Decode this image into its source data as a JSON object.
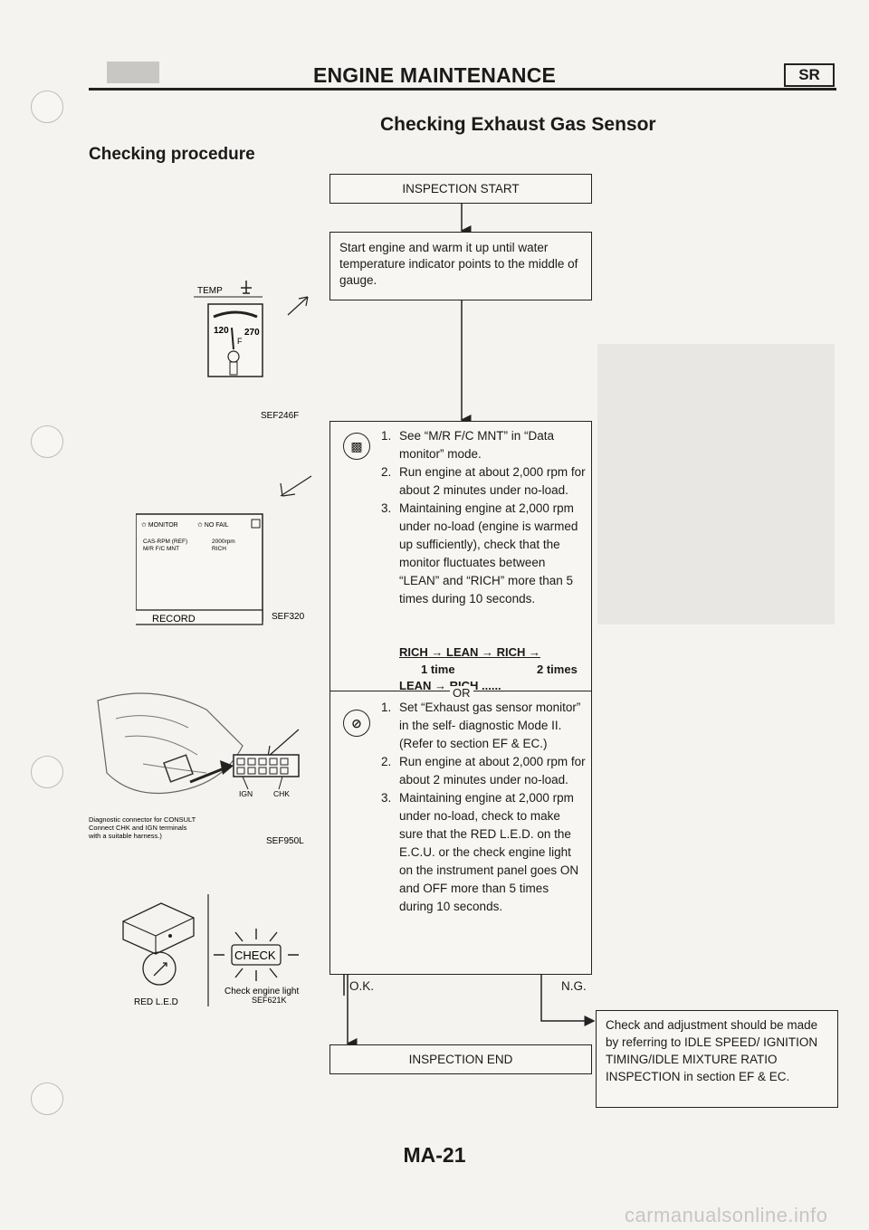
{
  "header": {
    "title": "ENGINE MAINTENANCE",
    "tag": "SR"
  },
  "section_title": "Checking Exhaust Gas Sensor",
  "subsection_title": "Checking procedure",
  "flow": {
    "start": "INSPECTION START",
    "step1": "Start engine and warm it up until water temperature indicator points to the middle of gauge.",
    "consult_steps": [
      {
        "num": "1.",
        "text": "See “M/R F/C MNT” in “Data monitor” mode."
      },
      {
        "num": "2.",
        "text": "Run engine at about 2,000 rpm for about 2 minutes under no-load."
      },
      {
        "num": "3.",
        "text": "Maintaining engine at 2,000 rpm under no-load (engine is warmed up sufficiently), check that the monitor fluctuates between “LEAN” and “RICH” more than 5 times during 10 seconds."
      }
    ],
    "rich_lean_seq": "RICH → LEAN → RICH →",
    "time1": "1 time",
    "time2": "2 times",
    "lean_rich_seq": "LEAN → RICH ......",
    "or_label": "OR",
    "ecu_steps": [
      {
        "num": "1.",
        "text": "Set “Exhaust gas sensor monitor” in the self- diagnostic Mode II. (Refer to section EF & EC.)"
      },
      {
        "num": "2.",
        "text": "Run engine at about 2,000 rpm for about 2 minutes under no-load."
      },
      {
        "num": "3.",
        "text": "Maintaining engine at 2,000 rpm under no-load, check to make sure that the RED L.E.D. on the E.C.U. or the check engine light on the instrument panel goes ON and OFF more than 5 times during 10 seconds."
      }
    ],
    "ok_label": "O.K.",
    "ng_label": "N.G.",
    "end": "INSPECTION END",
    "ng_action": "Check and adjustment should be made by referring to IDLE SPEED/ IGNITION TIMING/IDLE MIXTURE RATIO INSPECTION in section EF & EC."
  },
  "figures": {
    "gauge": {
      "temp": "TEMP",
      "low": "120",
      "high": "270",
      "f": "F",
      "code": "SEF246F"
    },
    "monitor": {
      "line1a": "✩ MONITOR",
      "line1b": "✩ NO FAIL",
      "row1a": "CAS-RPM (REF)",
      "row1b": "2000rpm",
      "row2a": "M/R F/C MNT",
      "row2b": "RICH",
      "record": "RECORD",
      "code": "SEF320"
    },
    "connector": {
      "ign": "IGN",
      "chk": "CHK",
      "note1": "Diagnostic connector for CONSULT",
      "note2": "Connect CHK and IGN terminals",
      "note3": "with a suitable harness.)",
      "code": "SEF950L"
    },
    "led": {
      "red_led": "RED L.E.D",
      "check": "CHECK",
      "caption": "Check engine light",
      "code": "SEF621K"
    }
  },
  "page_number": "MA-21",
  "watermark": "carmanualsonline.info"
}
